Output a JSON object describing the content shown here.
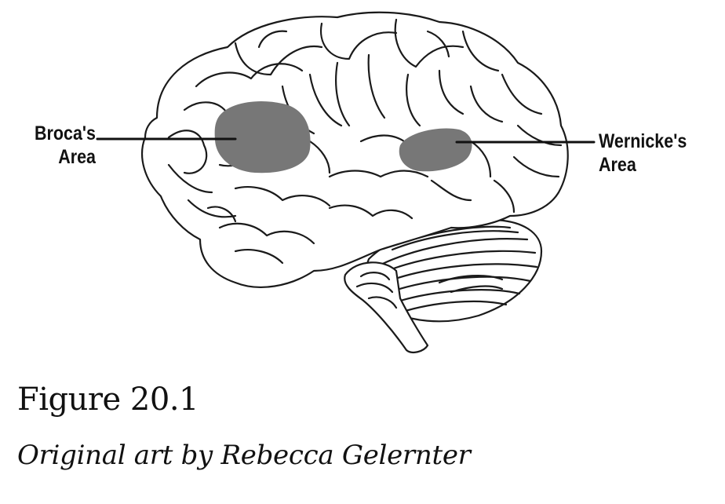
{
  "labels": {
    "broca_line1": "Broca's",
    "broca_line2": "Area",
    "wernicke_line1": "Wernicke's",
    "wernicke_line2": "Area"
  },
  "caption": {
    "title": "Figure 20.1",
    "credit": "Original art by Rebecca Gelernter"
  },
  "colors": {
    "outline": "#1a1a1a",
    "highlight": "#777777",
    "background": "#ffffff"
  }
}
